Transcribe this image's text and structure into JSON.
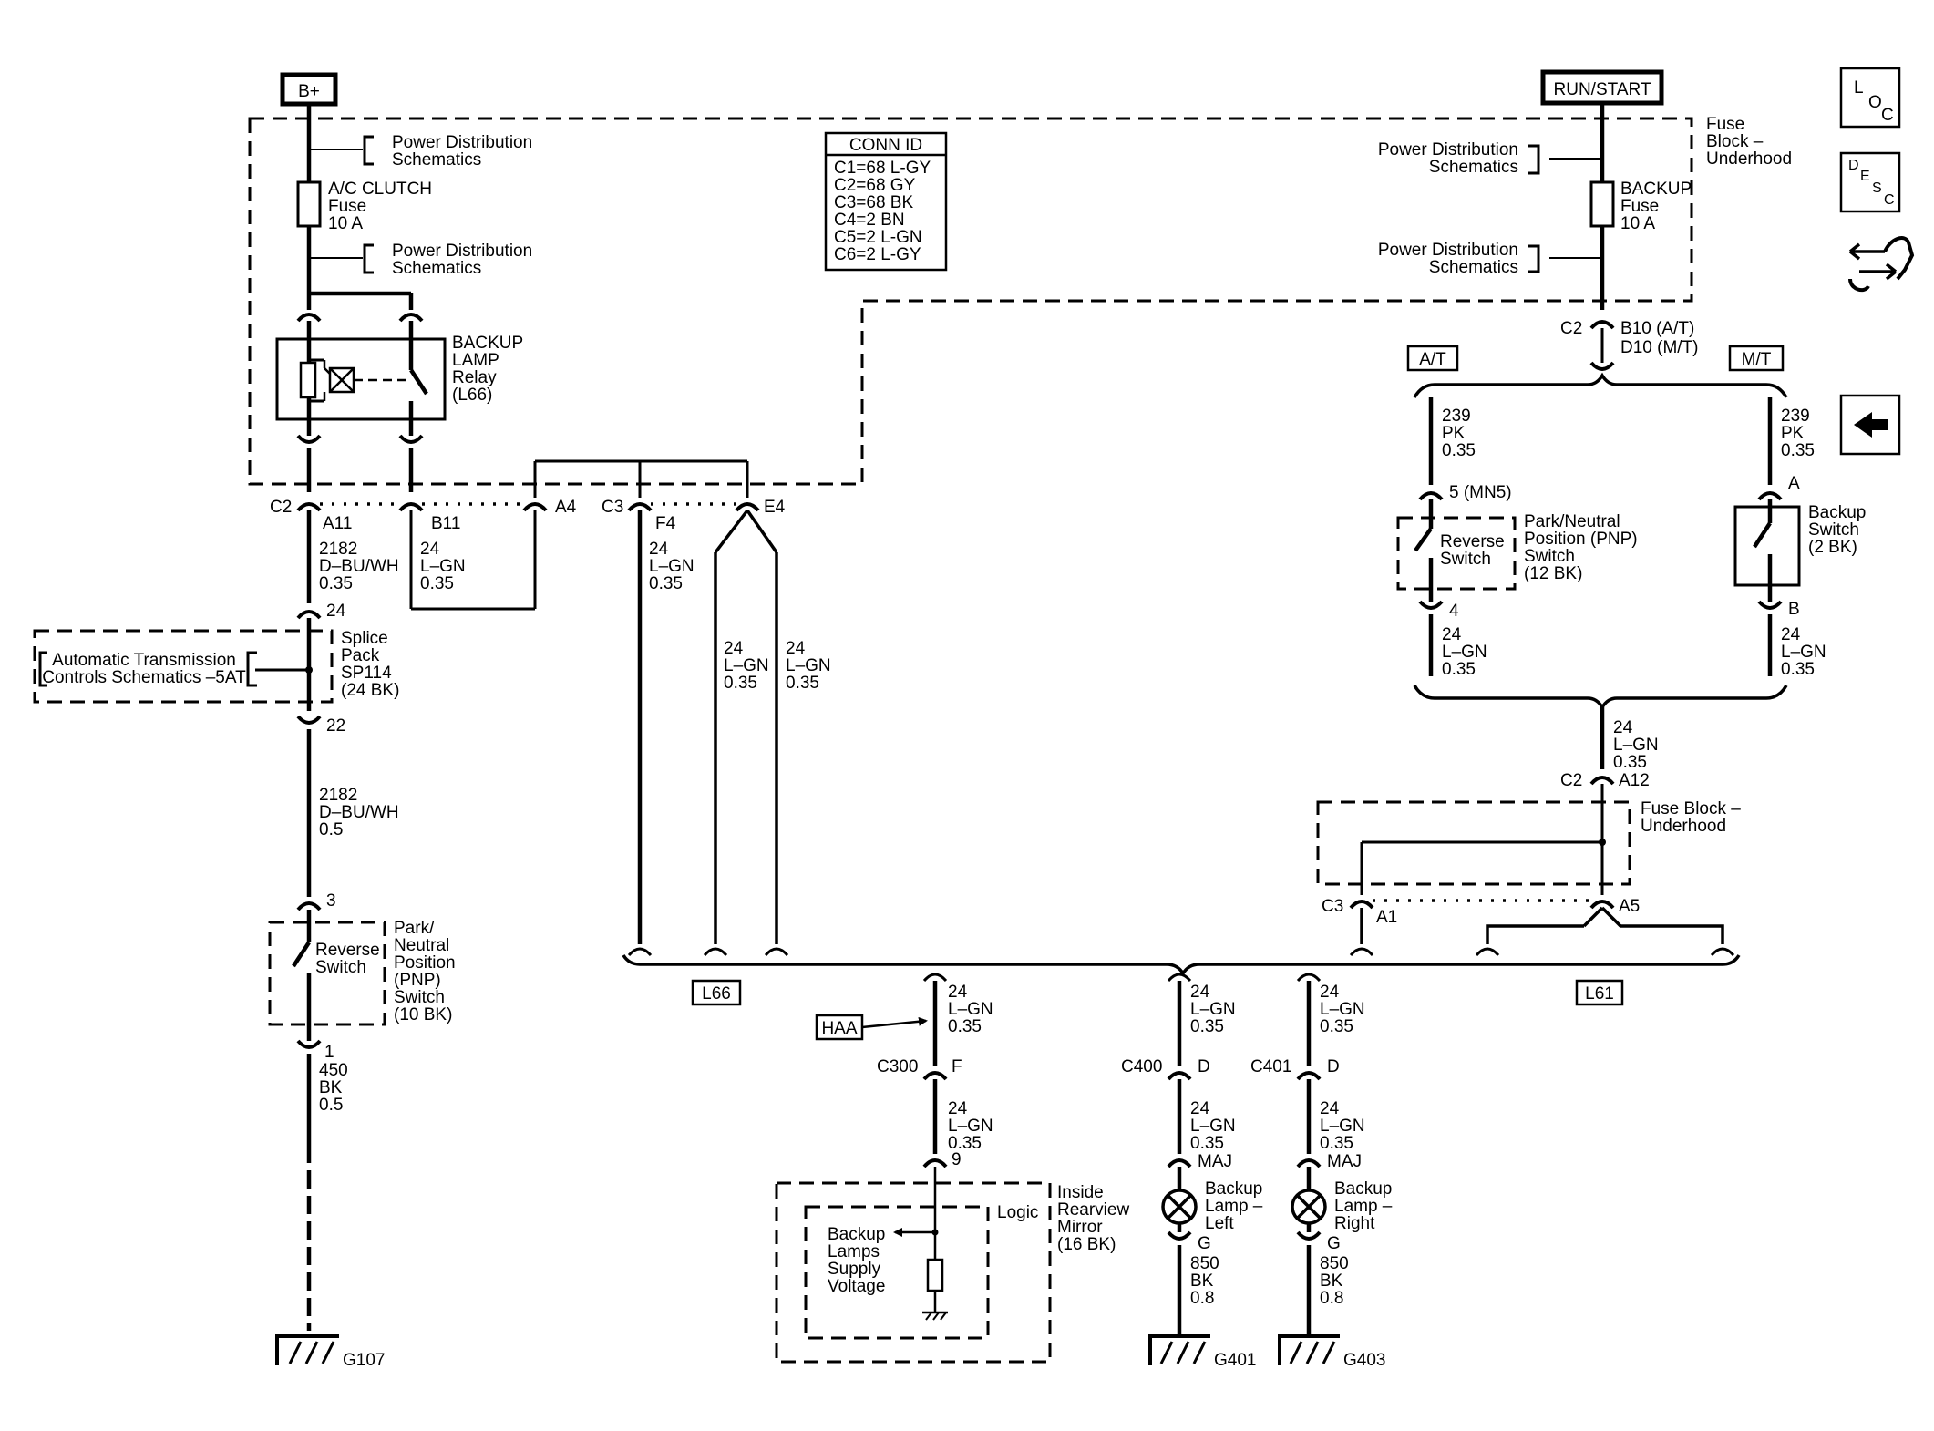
{
  "power": {
    "b_plus": "B+",
    "run_start": "RUN/START"
  },
  "nav": {
    "loc_l": "L",
    "loc_o": "O",
    "loc_c": "C",
    "desc_d": "D",
    "desc_e": "E",
    "desc_s": "S",
    "desc_c": "C"
  },
  "conn_id": {
    "title": "CONN ID",
    "rows": [
      "C1=68 L-GY",
      "C2=68 GY",
      "C3=68 BK",
      "C4=2 BN",
      "C5=2 L-GN",
      "C6=2 L-GY"
    ]
  },
  "labels": {
    "pd1_1": "Power Distribution",
    "pd1_2": "Schematics",
    "pd2_1": "Power Distribution",
    "pd2_2": "Schematics",
    "pd3_1": "Power Distribution",
    "pd3_2": "Schematics",
    "pd4_1": "Power Distribution",
    "pd4_2": "Schematics",
    "acfuse_1": "A/C CLUTCH",
    "acfuse_2": "Fuse",
    "acfuse_3": "10 A",
    "relay_1": "BACKUP",
    "relay_2": "LAMP",
    "relay_3": "Relay",
    "relay_4": "(L66)",
    "fb1_1": "Fuse",
    "fb1_2": "Block –",
    "fb1_3": "Underhood",
    "bkfuse_1": "BACKUP",
    "bkfuse_2": "Fuse",
    "bkfuse_3": "10 A",
    "c2_a11": "C2",
    "a11": "A11",
    "b11": "B11",
    "a4": "A4",
    "c3_f4": "C3",
    "f4": "F4",
    "e4": "E4",
    "w2182a_1": "2182",
    "w2182a_2": "D–BU/WH",
    "w2182a_3": "0.35",
    "w24b11_1": "24",
    "w24b11_2": "L–GN",
    "w24b11_3": "0.35",
    "w24f4_1": "24",
    "w24f4_2": "L–GN",
    "w24f4_3": "0.35",
    "w24e4a_1": "24",
    "w24e4a_2": "L–GN",
    "w24e4a_3": "0.35",
    "w24e4b_1": "24",
    "w24e4b_2": "L–GN",
    "w24e4b_3": "0.35",
    "p24": "24",
    "p22": "22",
    "sp_1": "Splice",
    "sp_2": "Pack",
    "sp_3": "SP114",
    "sp_4": "(24 BK)",
    "ats_1": "Automatic Transmission",
    "ats_2": "Controls Schematics –5AT",
    "w2182b_1": "2182",
    "w2182b_2": "D–BU/WH",
    "w2182b_3": "0.5",
    "p3": "3",
    "rs_1": "Reverse",
    "rs_2": "Switch",
    "pnp1_1": "Park/",
    "pnp1_2": "Neutral",
    "pnp1_3": "Position",
    "pnp1_4": "(PNP)",
    "pnp1_5": "Switch",
    "pnp1_6": "(10 BK)",
    "p1": "1",
    "w450_1": "450",
    "w450_2": "BK",
    "w450_3": "0.5",
    "g107": "G107",
    "c2b": "C2",
    "b10": "B10 (A/T)",
    "d10": "D10 (M/T)",
    "at": "A/T",
    "mt": "M/T",
    "w239a_1": "239",
    "w239a_2": "PK",
    "w239a_3": "0.35",
    "w239b_1": "239",
    "w239b_2": "PK",
    "w239b_3": "0.35",
    "p5": "5 (MN5)",
    "rs2_1": "Reverse",
    "rs2_2": "Switch",
    "pnp2_1": "Park/Neutral",
    "pnp2_2": "Position (PNP)",
    "pnp2_3": "Switch",
    "pnp2_4": "(12 BK)",
    "pA": "A",
    "bs_1": "Backup",
    "bs_2": "Switch",
    "bs_3": "(2 BK)",
    "p4": "4",
    "pB": "B",
    "w24c_1": "24",
    "w24c_2": "L–GN",
    "w24c_3": "0.35",
    "w24d_1": "24",
    "w24d_2": "L–GN",
    "w24d_3": "0.35",
    "w24e_1": "24",
    "w24e_2": "L–GN",
    "w24e_3": "0.35",
    "c2c": "C2",
    "a12": "A12",
    "fb2_1": "Fuse Block –",
    "fb2_2": "Underhood",
    "c3b": "C3",
    "a1": "A1",
    "a5": "A5",
    "l66": "L66",
    "l61": "L61",
    "haa": "HAA",
    "w24m1_1": "24",
    "w24m1_2": "L–GN",
    "w24m1_3": "0.35",
    "c300": "C300",
    "pF": "F",
    "w24m2_1": "24",
    "w24m2_2": "L–GN",
    "w24m2_3": "0.35",
    "p9": "9",
    "irm_1": "Inside",
    "irm_2": "Rearview",
    "irm_3": "Mirror",
    "irm_4": "(16 BK)",
    "logic": "Logic",
    "bls_1": "Backup",
    "bls_2": "Lamps",
    "bls_3": "Supply",
    "bls_4": "Voltage",
    "w24l1_1": "24",
    "w24l1_2": "L–GN",
    "w24l1_3": "0.35",
    "c400": "C400",
    "pD1": "D",
    "w24l2_1": "24",
    "w24l2_2": "L–GN",
    "w24l2_3": "0.35",
    "maj1": "MAJ",
    "bll_1": "Backup",
    "bll_2": "Lamp –",
    "bll_3": "Left",
    "pG1": "G",
    "w850a_1": "850",
    "w850a_2": "BK",
    "w850a_3": "0.8",
    "g401": "G401",
    "w24r1_1": "24",
    "w24r1_2": "L–GN",
    "w24r1_3": "0.35",
    "c401": "C401",
    "pD2": "D",
    "w24r2_1": "24",
    "w24r2_2": "L–GN",
    "w24r2_3": "0.35",
    "maj2": "MAJ",
    "blr_1": "Backup",
    "blr_2": "Lamp –",
    "blr_3": "Right",
    "pG2": "G",
    "w850b_1": "850",
    "w850b_2": "BK",
    "w850b_3": "0.8",
    "g403": "G403"
  }
}
